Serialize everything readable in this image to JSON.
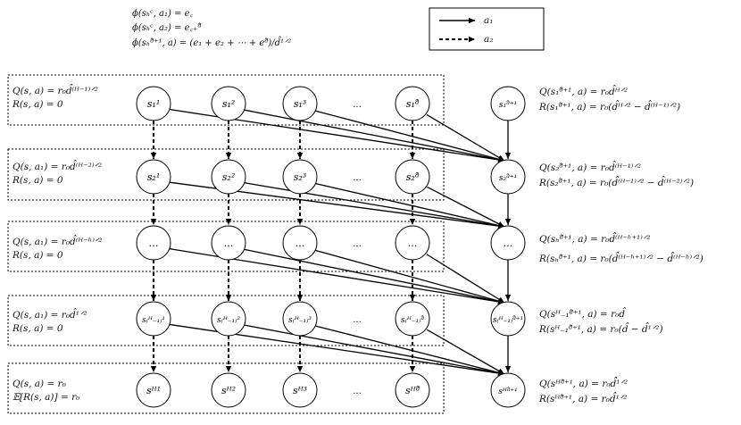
{
  "features": [
    "ϕ(sₕᶜ, a₁) = e꜀",
    "ϕ(sₕᶜ, a₂) = e꜀₊ᵈ̂",
    "ϕ(sₕᵈ̂⁺¹, a) = (e₁ + e₂ + ⋯ + eᵈ̂)/d̂¹ᐟ²"
  ],
  "legend": {
    "solid_label": "a₁",
    "dashed_label": "a₂"
  },
  "columns_ellipsis": "...",
  "rows": [
    {
      "node_labels": [
        "s₁¹",
        "s₁²",
        "s₁³",
        "s₁ᵈ̂"
      ],
      "extra_node": "s₁ᵈ̂⁺¹",
      "left_q": "Q(s, a) = r₀d̂⁽ᴴ⁻¹⁾ᐟ²",
      "left_r": "R(s, a) = 0",
      "right_q": "Q(s₁ᵈ̂⁺¹, a) = r₀d̂ᴴᐟ²",
      "right_r": "R(s₁ᵈ̂⁺¹, a) = r₀(d̂ᴴᐟ² − d̂⁽ᴴ⁻¹⁾ᐟ²)"
    },
    {
      "node_labels": [
        "s₂¹",
        "s₂²",
        "s₂³",
        "s₂ᵈ̂"
      ],
      "extra_node": "s₂ᵈ̂⁺¹",
      "left_q": "Q(s, a₁) = r₀d̂⁽ᴴ⁻²⁾ᐟ²",
      "left_r": "R(s, a) = 0",
      "right_q": "Q(s₂ᵈ̂⁺¹, a) = r₀d̂⁽ᴴ⁻¹⁾ᐟ²",
      "right_r": "R(s₂ᵈ̂⁺¹, a) = r₀(d̂⁽ᴴ⁻¹⁾ᐟ² − d̂⁽ᴴ⁻²⁾ᐟ²)"
    },
    {
      "node_labels": [
        "…",
        "…",
        "…",
        "…"
      ],
      "extra_node": "…",
      "left_q": "Q(s, a₁) = r₀d̂⁽ᴴ⁻ʰ⁾ᐟ²",
      "left_r": "R(s, a) = 0",
      "right_q": "Q(sₕᵈ̂⁺¹, a) = r₀d̂⁽ᴴ⁻ʰ⁺¹⁾ᐟ²",
      "right_r": "R(sₕᵈ̂⁺¹, a) = r₀(d̂⁽ᴴ⁻ʰ⁺¹⁾ᐟ² − d̂⁽ᴴ⁻ʰ⁾ᐟ²)"
    },
    {
      "node_labels": [
        "s₍ᴴ₋₁₎¹",
        "s₍ᴴ₋₁₎²",
        "s₍ᴴ₋₁₎³",
        "s₍ᴴ₋₁₎ᵈ̂"
      ],
      "extra_node": "s₍ᴴ₋₁₎ᵈ̂⁺¹",
      "left_q": "Q(s, a₁) = r₀d̂¹ᐟ²",
      "left_r": "R(s, a) = 0",
      "right_q": "Q(sᴴ₋₁ᵈ̂⁺¹, a) = r₀d̂",
      "right_r": "R(sᴴ₋₁ᵈ̂⁺¹, a) = r₀(d̂ − d̂¹ᐟ²)"
    },
    {
      "node_labels": [
        "sᴴ¹",
        "sᴴ²",
        "sᴴ³",
        "sᴴᵈ̂"
      ],
      "extra_node": "sᴴᵈ̂⁺¹",
      "left_q": "Q(s, a) = r₀",
      "left_r": "𝔼[R(s, a)] = r₀",
      "right_q": "Q(sᴴᵈ̂⁺¹, a) = r₀d̂¹ᐟ²",
      "right_r": "R(sᴴᵈ̂⁺¹, a) = r₀d̂¹ᐟ²"
    }
  ]
}
